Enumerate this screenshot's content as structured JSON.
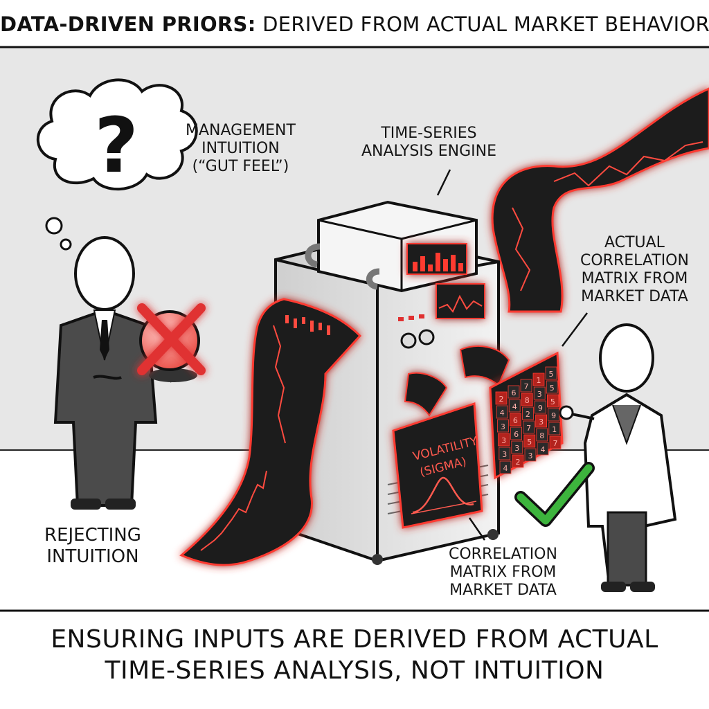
{
  "title": {
    "bold": "DATA-DRIVEN PRIORS:",
    "rest": "DERIVED FROM ACTUAL MARKET BEHAVIOR."
  },
  "labels": {
    "intuition": [
      "MANAGEMENT",
      "INTUITION",
      "(“GUT FEEL”)"
    ],
    "engine": [
      "TIME-SERIES",
      "ANALYSIS ENGINE"
    ],
    "actual_matrix": [
      "ACTUAL",
      "CORRELATION",
      "MATRIX FROM",
      "MARKET DATA"
    ],
    "rejecting": [
      "REJECTING",
      "INTUITION"
    ],
    "matrix_bottom": [
      "CORRELATION",
      "MATRIX FROM",
      "MARKET DATA"
    ],
    "volatility": [
      "VOLATILITY",
      "(SIGMA)"
    ]
  },
  "thought_symbol": "?",
  "matrix_digits": [
    "2",
    "6",
    "7",
    "1",
    "5",
    "4",
    "4",
    "8",
    "3",
    "5",
    "3",
    "6",
    "2",
    "9",
    "5",
    "3",
    "6",
    "7",
    "3",
    "9",
    "3",
    "3",
    "5",
    "8",
    "1",
    "4",
    "2",
    "3",
    "4",
    "7"
  ],
  "caption": [
    "ENSURING INPUTS ARE DERIVED FROM ACTUAL",
    "TIME-SERIES ANALYSIS, NOT INTUITION"
  ],
  "colors": {
    "accent_red": "#e03030",
    "glow_red": "#ff3b30",
    "check_green": "#3db43d",
    "wall": "#e7e7e7",
    "floor": "#ffffff",
    "ink": "#161616"
  }
}
